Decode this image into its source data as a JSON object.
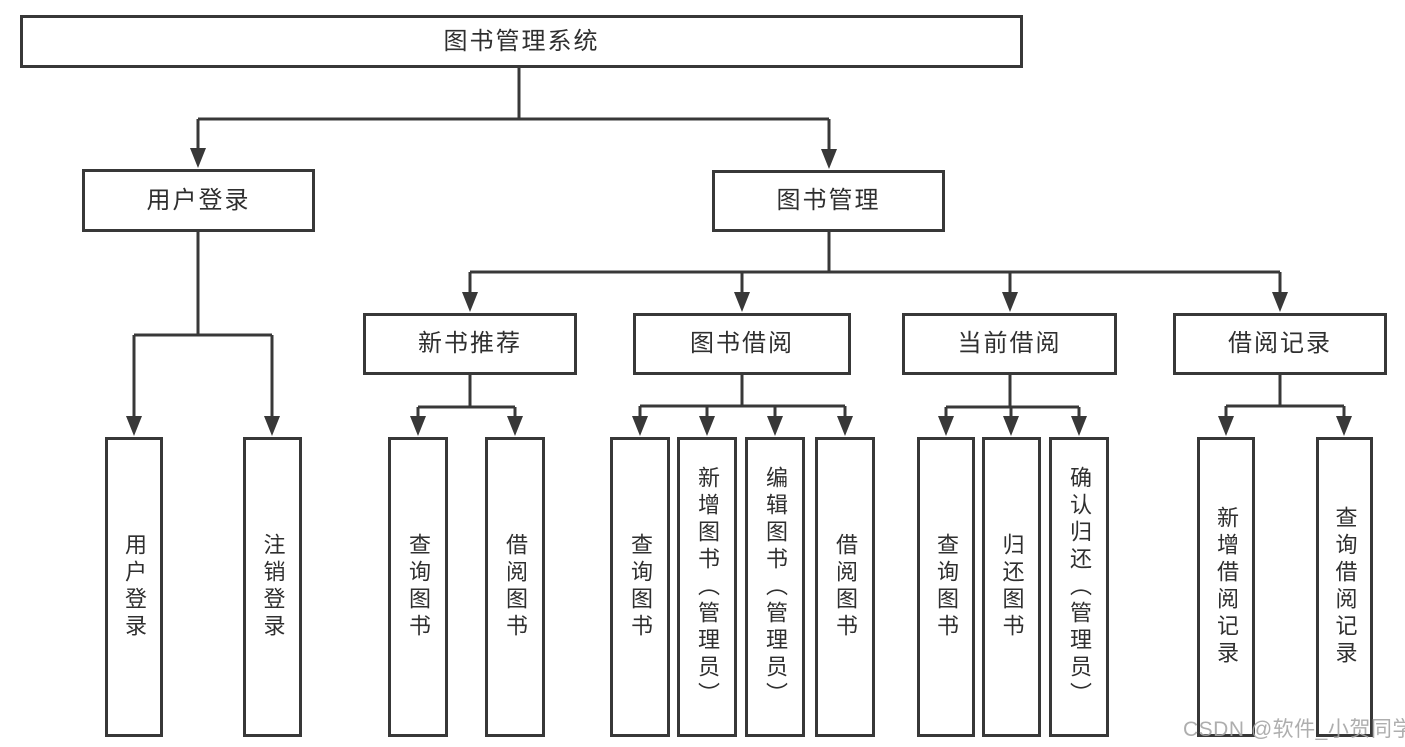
{
  "diagram_title": "图书管理系统",
  "nodes": {
    "root": "图书管理系统",
    "user_login": "用户登录",
    "book_mgmt": "图书管理",
    "new_book_rec": "新书推荐",
    "book_borrow": "图书借阅",
    "current_borrow": "当前借阅",
    "borrow_records": "借阅记录",
    "leaf_user_login": "用户登录",
    "leaf_logout": "注销登录",
    "rec_query_books": "查询图书",
    "rec_borrow_books": "借阅图书",
    "bb_query_books": "查询图书",
    "bb_add_books": "新增图书（管理员）",
    "bb_edit_books": "编辑图书（管理员）",
    "bb_borrow_books": "借阅图书",
    "cb_query_books": "查询图书",
    "cb_return_books": "归还图书",
    "cb_confirm_return": "确认归还（管理员）",
    "br_add_record": "新增借阅记录",
    "br_query_record": "查询借阅记录"
  },
  "hierarchy": {
    "图书管理系统": {
      "用户登录": [
        "用户登录",
        "注销登录"
      ],
      "图书管理": {
        "新书推荐": [
          "查询图书",
          "借阅图书"
        ],
        "图书借阅": [
          "查询图书",
          "新增图书（管理员）",
          "编辑图书（管理员）",
          "借阅图书"
        ],
        "当前借阅": [
          "查询图书",
          "归还图书",
          "确认归还（管理员）"
        ],
        "借阅记录": [
          "新增借阅记录",
          "查询借阅记录"
        ]
      }
    }
  },
  "watermark": {
    "text": "CSDN @软件_小贺同学",
    "color": "#a6a6a6"
  },
  "colors": {
    "line": "#383838",
    "box_border": "#383838",
    "box_background": "#ffffff",
    "text": "#2f2f2f",
    "page_background": "#ffffff"
  }
}
